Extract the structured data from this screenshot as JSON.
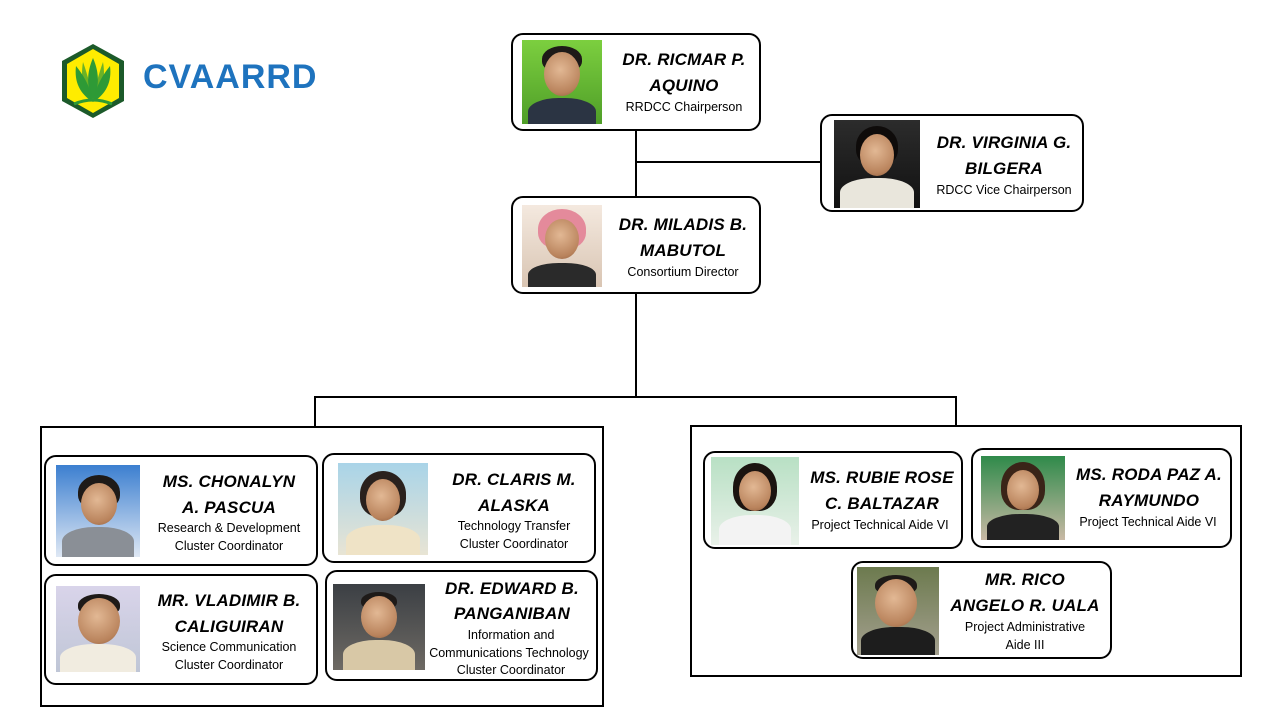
{
  "logo": {
    "text": "CVAARRD",
    "icon": "cvaarrd-shield-icon",
    "colors": {
      "shield": "#ffec00",
      "leaf": "#2e9a36",
      "text": "#1e73be"
    }
  },
  "chairperson": {
    "name_line1": "DR. RICMAR P.",
    "name_line2": "AQUINO",
    "role": "RRDCC Chairperson"
  },
  "vice_chairperson": {
    "name_line1": "DR. VIRGINIA G.",
    "name_line2": "BILGERA",
    "role": "RDCC Vice Chairperson"
  },
  "director": {
    "name_line1": "DR. MILADIS B.",
    "name_line2": "MABUTOL",
    "role": "Consortium Director"
  },
  "coordinators": [
    {
      "name_line1": "MS. CHONALYN",
      "name_line2": "A. PASCUA",
      "role_line1": "Research & Development",
      "role_line2": "Cluster Coordinator"
    },
    {
      "name_line1": "DR. CLARIS M.",
      "name_line2": "ALASKA",
      "role_line1": "Technology Transfer",
      "role_line2": "Cluster Coordinator"
    },
    {
      "name_line1": "MR. VLADIMIR B.",
      "name_line2": "CALIGUIRAN",
      "role_line1": "Science Communication",
      "role_line2": "Cluster Coordinator"
    },
    {
      "name_line1": "DR. EDWARD  B.",
      "name_line2": "PANGANIBAN",
      "role_line1": "Information and",
      "role_line2": "Communications Technology",
      "role_line3": "Cluster Coordinator"
    }
  ],
  "staff": [
    {
      "name_line1": "MS. RUBIE ROSE",
      "name_line2": "C. BALTAZAR",
      "role_line1": "Project Technical Aide VI"
    },
    {
      "name_line1": "MS. RODA PAZ A.",
      "name_line2": "RAYMUNDO",
      "role_line1": "Project Technical Aide VI"
    },
    {
      "name_line1": "MR. RICO",
      "name_line2": "ANGELO R. UALA",
      "role_line1": "Project Administrative",
      "role_line2": "Aide III"
    }
  ]
}
